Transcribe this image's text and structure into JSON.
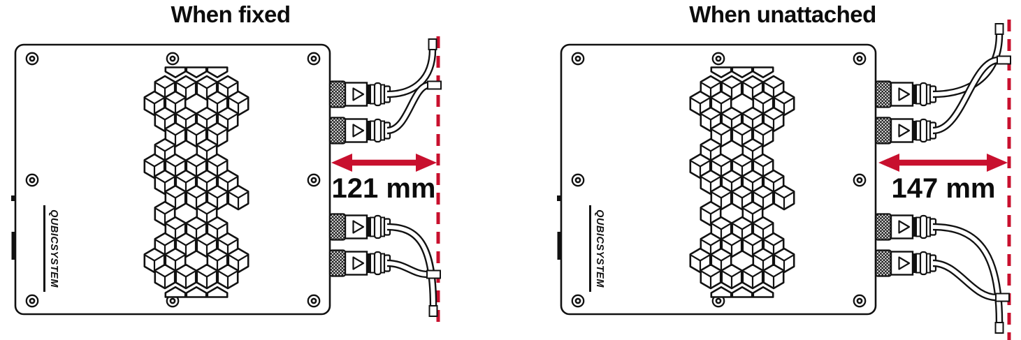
{
  "page": {
    "background": "#ffffff"
  },
  "colors": {
    "accent_red": "#c8102e",
    "line_black": "#111111"
  },
  "diagrams": [
    {
      "id": "fixed",
      "title": "When fixed",
      "dimension_label": "121 mm",
      "logo_text": "QUBICSYSTEM"
    },
    {
      "id": "unattached",
      "title": "When unattached",
      "dimension_label": "147 mm",
      "logo_text": "QUBICSYSTEM"
    }
  ]
}
